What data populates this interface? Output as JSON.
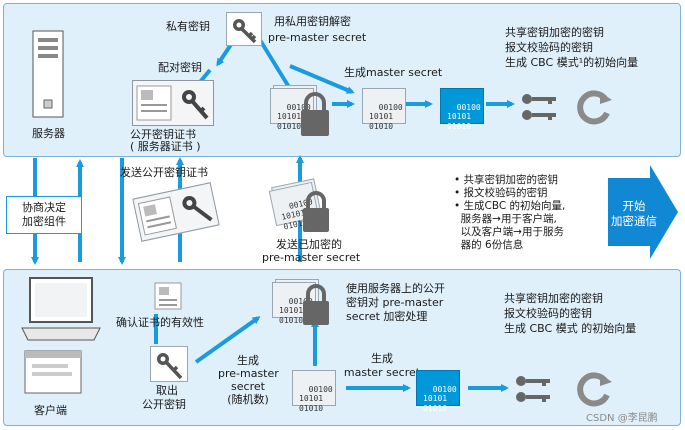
{
  "server": {
    "label": "服务器",
    "private_key_label": "私有密钥",
    "decrypt_label": "用私用密钥解密",
    "decrypt_sub": "pre-master secret",
    "pair_label": "配对密钥",
    "cert_label_1": "公开密钥证书",
    "cert_label_2": "( 服务器证书 )",
    "gen_ms_label": "生成master secret",
    "keys_line1": "共享密钥加密的密钥",
    "keys_line2": "报文校验码的密钥",
    "keys_line3": "生成 CBC 模式¹的初始向量"
  },
  "middle": {
    "cipher_suite_1": "协商决定",
    "cipher_suite_2": "加密组件",
    "send_cert_label": "发送公开密钥证书",
    "send_pms_1": "发送已加密的",
    "send_pms_2": "pre-master secret",
    "bullets": [
      "• 共享密钥加密的密钥",
      "• 报文校验码的密钥",
      "• 生成CBC 的初始向量,",
      "  服务器→用于客户端,",
      "  以及客户端→用于服务",
      "  器的 6份信息"
    ],
    "start_1": "开始",
    "start_2": "加密通信"
  },
  "client": {
    "label": "客户端",
    "verify_label": "确认证书的有效性",
    "take_key_1": "取出",
    "take_key_2": "公开密钥",
    "encrypt_1": "使用服务器上的公开",
    "encrypt_2": "密钥对 pre-master",
    "encrypt_3": "secret 加密处理",
    "gen_pms_1": "生成",
    "gen_pms_2": "pre-master",
    "gen_pms_3": "secret",
    "gen_pms_4": "(随机数)",
    "gen_ms_1": "生成",
    "gen_ms_2": "master secret",
    "keys_line1": "共享密钥加密的密钥",
    "keys_line2": "报文校验码的密钥",
    "keys_line3": "生成 CBC 模式 的初始向量"
  },
  "bits": {
    "row1": "00100",
    "row2": "10101",
    "row3": "01010"
  },
  "watermark": "CSDN @李昆鹏",
  "colors": {
    "arrow": "#1a9be0",
    "panel": "#dff0fb",
    "blue_block": "#0098d9"
  }
}
